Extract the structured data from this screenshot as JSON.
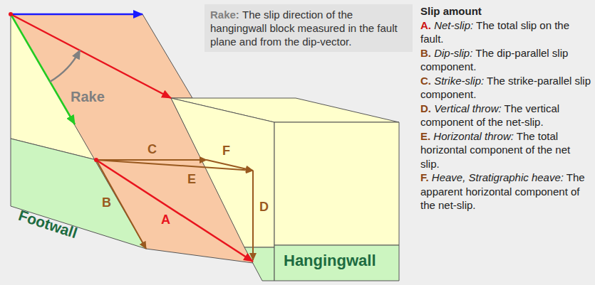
{
  "diagram": {
    "nodes": [
      {
        "text": [
          "Rake:",
          "The slip direction of the hangingwall block measured in the fault plane and from the dip-vector."
        ]
      }
    ],
    "labels": [
      "Rake",
      "Footwall",
      "Hangingwall",
      "A",
      "B",
      "C",
      "D",
      "E",
      "F",
      "Slip amount",
      "A.",
      "Net-slip:",
      "The total slip on the fault.",
      "B.",
      "Dip-slip:",
      "The dip-parallel slip component.",
      "C.",
      "Strike-slip:",
      "The strike-parallel slip component.",
      "D.",
      "Vertical throw:",
      "The vertical component of the net-slip.",
      "E.",
      "Horizontal throw:",
      "The total horizontal component of the net slip.",
      "F.",
      "Heave, Stratigraphic heave:",
      "The apparent horizontal component of the net-slip."
    ]
  }
}
